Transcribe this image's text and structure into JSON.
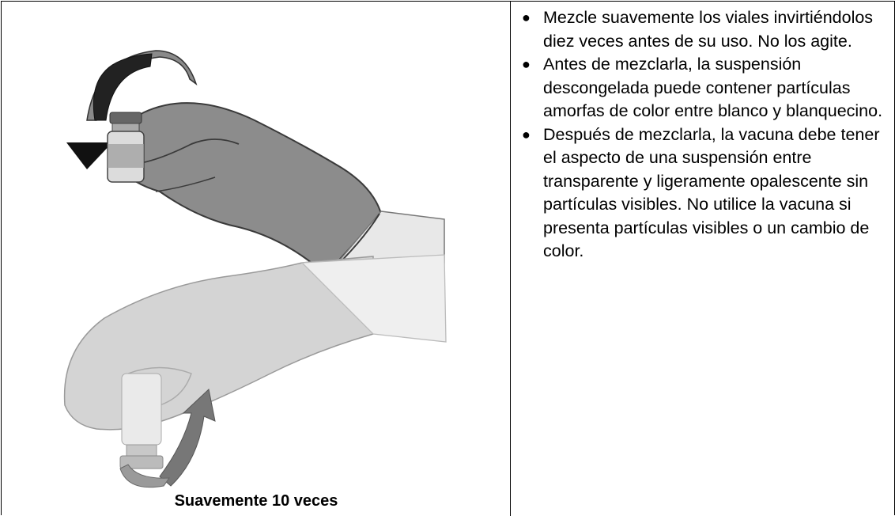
{
  "caption": "Suavemente 10 veces",
  "instructions": [
    "Mezcle suavemente los viales invirtiéndolos diez veces antes de su uso. No los agite.",
    "Antes de mezclarla, la suspensión descongelada puede contener partículas amorfas de color entre blanco y blanquecino.",
    "Después de mezclarla, la vacuna debe tener el aspecto de una suspensión entre transparente y ligeramente opalescente sin partículas visibles. No utilice la vacuna si presenta partículas visibles o un cambio de color."
  ]
}
